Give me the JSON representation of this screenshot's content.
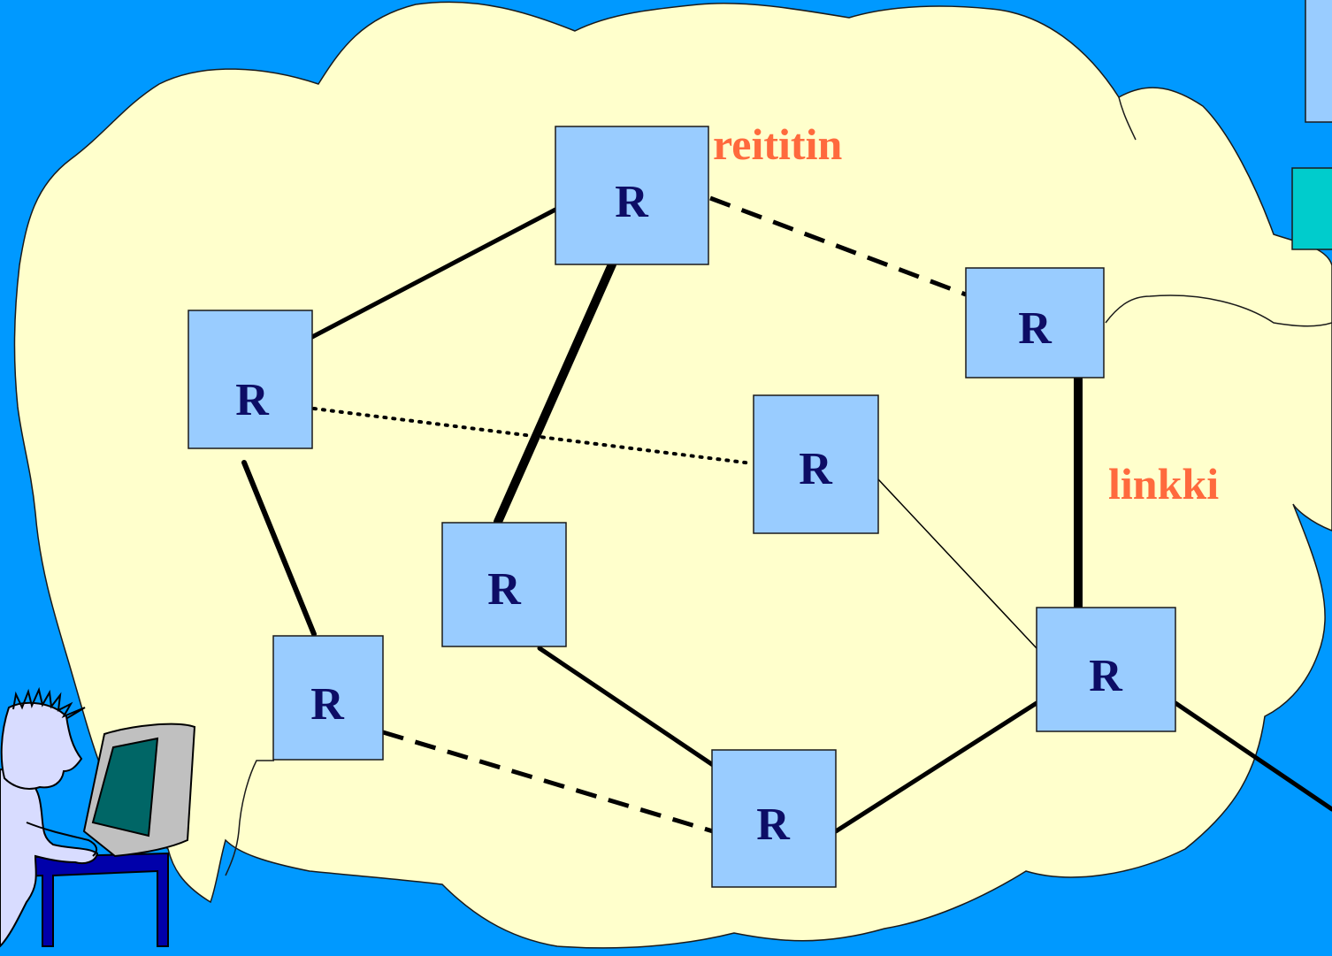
{
  "diagram": {
    "labels": {
      "router_callout": "reititin",
      "link_callout": "linkki"
    },
    "routers": [
      {
        "id": "r-top",
        "label": "R"
      },
      {
        "id": "r-left",
        "label": "R"
      },
      {
        "id": "r-right-upper",
        "label": "R"
      },
      {
        "id": "r-center",
        "label": "R"
      },
      {
        "id": "r-middle-left",
        "label": "R"
      },
      {
        "id": "r-bottom-left",
        "label": "R"
      },
      {
        "id": "r-right-lower",
        "label": "R"
      },
      {
        "id": "r-bottom-center",
        "label": "R"
      }
    ],
    "links": [
      {
        "from": "r-top",
        "to": "r-left",
        "style": "solid"
      },
      {
        "from": "r-top",
        "to": "r-right-upper",
        "style": "dashed"
      },
      {
        "from": "r-top",
        "to": "r-middle-left",
        "style": "thick"
      },
      {
        "from": "r-left",
        "to": "r-center",
        "style": "dotted"
      },
      {
        "from": "r-left",
        "to": "r-bottom-left",
        "style": "solid"
      },
      {
        "from": "r-right-upper",
        "to": "r-right-lower",
        "style": "thick"
      },
      {
        "from": "r-center",
        "to": "r-right-lower",
        "style": "thin"
      },
      {
        "from": "r-middle-left",
        "to": "r-bottom-center",
        "style": "solid"
      },
      {
        "from": "r-bottom-left",
        "to": "r-bottom-center",
        "style": "dashed"
      },
      {
        "from": "r-bottom-center",
        "to": "r-right-lower",
        "style": "solid"
      },
      {
        "from": "r-right-lower",
        "to": "offscreen",
        "style": "solid"
      }
    ],
    "colors": {
      "background": "#0099ff",
      "cloud": "#ffffcc",
      "router_fill": "#99ccff",
      "router_text": "#0d0d66",
      "callout_text": "#ff6a3d",
      "teal_box": "#00cccc"
    },
    "icons": [
      "person-at-computer-icon"
    ]
  }
}
